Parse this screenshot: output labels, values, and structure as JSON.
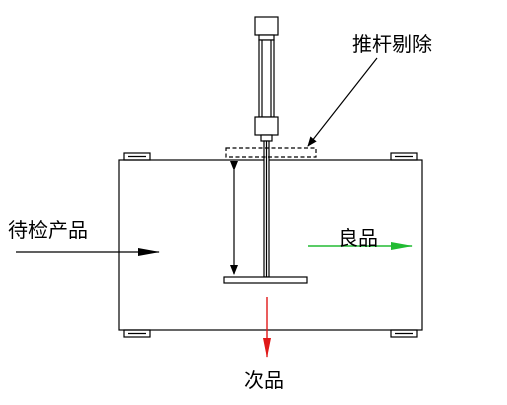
{
  "labels": {
    "pusher_reject": "推杆剔除",
    "incoming_product": "待检产品",
    "good_product": "良品",
    "defective_product": "次品"
  },
  "colors": {
    "line": "#000000",
    "good_arrow": "#22bb33",
    "defect_arrow": "#e01818"
  },
  "icons": {
    "incoming_arrow": "arrow-right-icon",
    "good_arrow": "arrow-right-icon",
    "defect_arrow": "arrow-down-icon"
  }
}
